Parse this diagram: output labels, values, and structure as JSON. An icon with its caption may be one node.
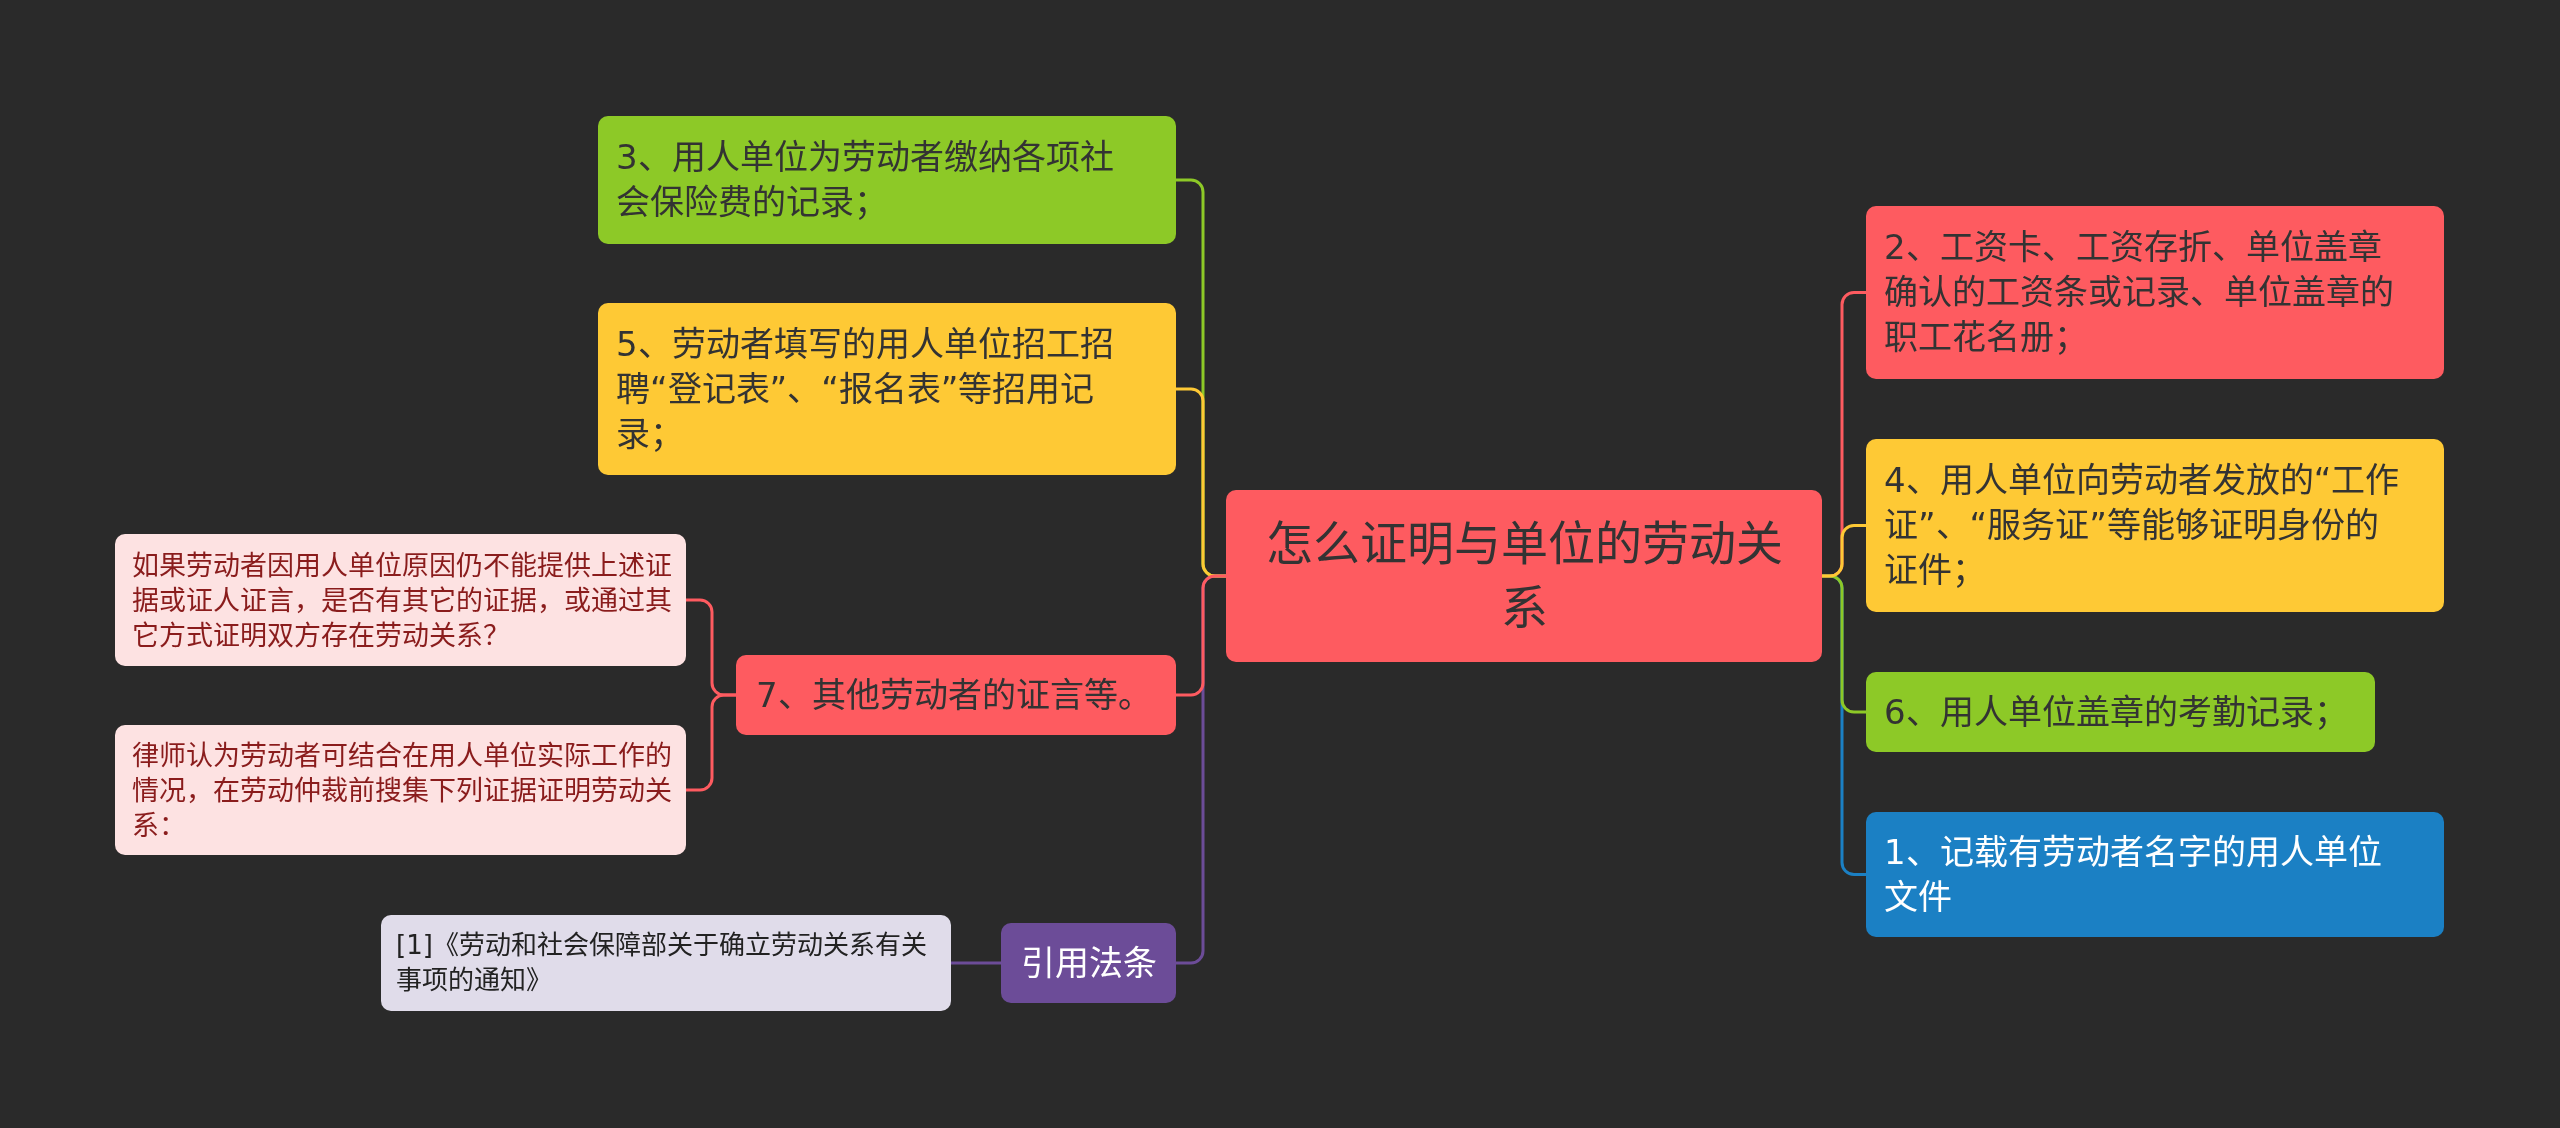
{
  "diagram": {
    "nodes": [
      {
        "text": [
          "怎么证明与单位的劳动关系"
        ]
      },
      {
        "text": [
          "3、用人单位为劳动者缴纳各项社会保险费的记录；"
        ]
      },
      {
        "text": [
          "5、劳动者填写的用人单位招工招聘“登记表”、“报名表”等招用记录；"
        ]
      },
      {
        "text": [
          "7、其他劳动者的证言等。"
        ]
      },
      {
        "text": [
          "如果劳动者因用人单位原因仍不能提供上述证据或证人证言，是否有其它的证据，或通过其它方式证明双方存在劳动关系？"
        ]
      },
      {
        "text": [
          "律师认为劳动者可结合在用人单位实际工作的情况，在劳动仲裁前搜集下列证据证明劳动关系："
        ]
      },
      {
        "text": [
          "引用法条"
        ]
      },
      {
        "text": [
          "[1]《劳动和社会保障部关于确立劳动关系有关事项的通知》"
        ]
      },
      {
        "text": [
          "2、工资卡、工资存折、单位盖章确认的工资条或记录、单位盖章的职工花名册；"
        ]
      },
      {
        "text": [
          "4、用人单位向劳动者发放的“工作证”、“服务证”等能够证明身份的证件；"
        ]
      },
      {
        "text": [
          "6、用人单位盖章的考勤记录；"
        ]
      },
      {
        "text": [
          "1、记载有劳动者名字的用人单位文件"
        ]
      }
    ],
    "edges": [
      {
        "from": 0,
        "to": 1,
        "arrow": "none",
        "color": "#8dc927"
      },
      {
        "from": 0,
        "to": 2,
        "arrow": "none",
        "color": "#fec935"
      },
      {
        "from": 0,
        "to": 3,
        "arrow": "none",
        "color": "#fe5b60"
      },
      {
        "from": 3,
        "to": 4,
        "arrow": "none",
        "color": "#fe5b60"
      },
      {
        "from": 3,
        "to": 5,
        "arrow": "none",
        "color": "#fe5b60"
      },
      {
        "from": 0,
        "to": 6,
        "arrow": "none",
        "color": "#6c4c98"
      },
      {
        "from": 6,
        "to": 7,
        "arrow": "none",
        "color": "#6c4c98"
      },
      {
        "from": 0,
        "to": 8,
        "arrow": "none",
        "color": "#fe5b60"
      },
      {
        "from": 0,
        "to": 9,
        "arrow": "none",
        "color": "#fec935"
      },
      {
        "from": 0,
        "to": 10,
        "arrow": "none",
        "color": "#8dc927"
      },
      {
        "from": 0,
        "to": 11,
        "arrow": "none",
        "color": "#1b80c4"
      }
    ]
  }
}
